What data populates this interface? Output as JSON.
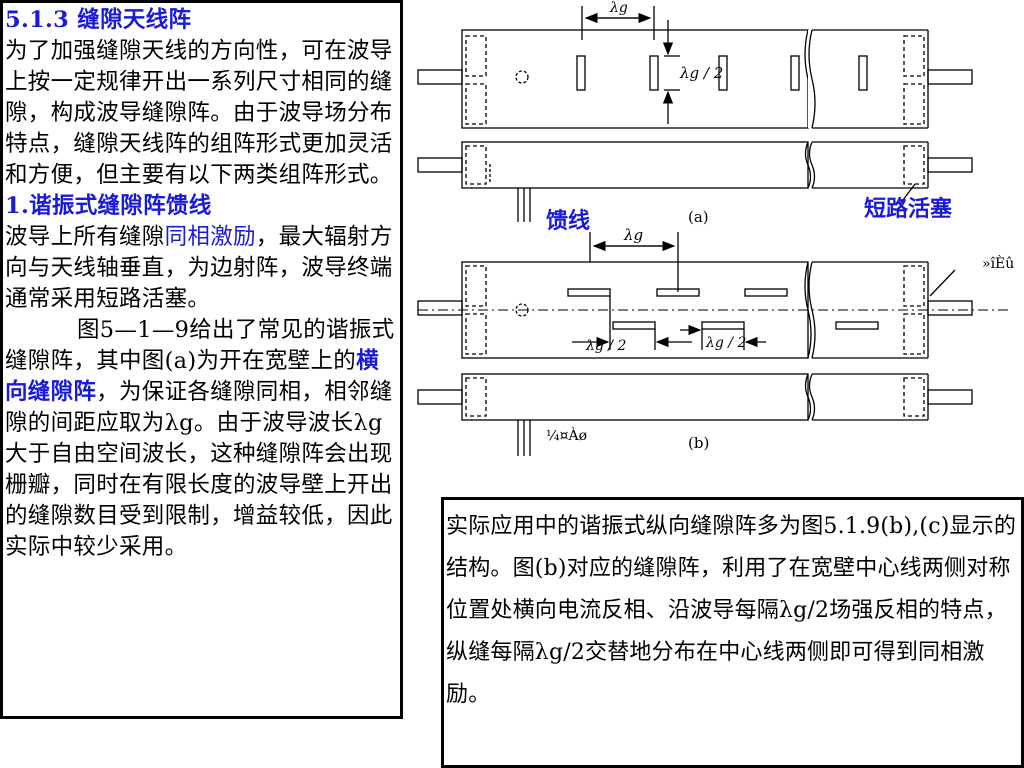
{
  "left": {
    "title": "5.1.3 缝隙天线阵",
    "intro": "为了加强缝隙天线的方向性，可在波导上按一定规律开出一系列尺寸相同的缝隙，构成波导缝隙阵。由于波导场分布特点，缝隙天线阵的组阵形式更加灵活和方便，但主要有以下两类组阵形式。",
    "section1_title": "1.谐振式缝隙阵馈线",
    "para1_before": "波导上所有缝隙",
    "para1_highlight": "同相激励",
    "para1_after": "，最大辐射方向与天线轴垂直，为边射阵，波导终端通常采用短路活塞。",
    "para2_before": "图5—1—9给出了常见的谐振式缝隙阵，其中图(a)为开在宽壁上的",
    "para2_highlight": "横向缝隙阵",
    "para2_after": "，为保证各缝隙同相，相邻缝隙的间距应取为λg。由于波导波长λg大于自由空间波长，这种缝隙阵会出现栅瓣，同时在有限长度的波导壁上开出的缝隙数目受到限制，增益较低，因此实际中较少采用。"
  },
  "right": {
    "text": "实际应用中的谐振式纵向缝隙阵多为图5.1.9(b),(c)显示的结构。图(b)对应的缝隙阵，利用了在宽壁中心线两侧对称位置处横向电流反相、沿波导每隔λg/2场强反相的特点，纵缝每隔λg/2交替地分布在中心线两侧即可得到同相激励。"
  },
  "figure": {
    "feed_label": "馈线",
    "short_label": "短路活塞",
    "caption_a": "(a)",
    "caption_b": "(b)",
    "lambda_g": "λg",
    "lambda_g_half": "λg / 2",
    "garbled_short": "»îÈû",
    "garbled_feed": "¼¤Àø"
  }
}
